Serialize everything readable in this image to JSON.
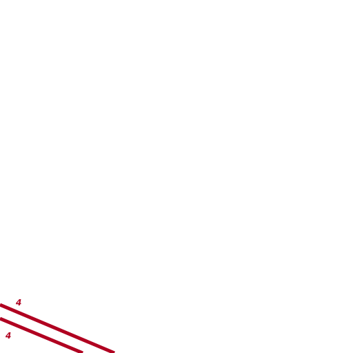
{
  "map": {
    "background_color": "#ffffff",
    "road_color": "#b00020",
    "roads": [
      {
        "id": "road-upper",
        "ref": "4"
      },
      {
        "id": "road-lower",
        "ref": "4"
      }
    ]
  }
}
